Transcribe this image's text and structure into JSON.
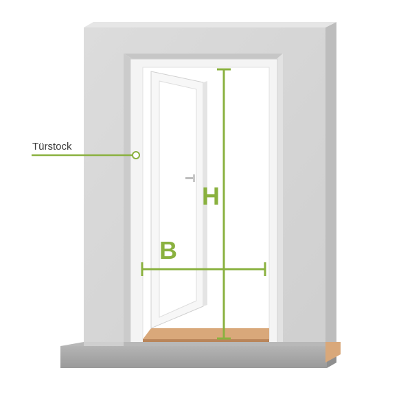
{
  "labels": {
    "frame_callout": "Türstock",
    "width_symbol": "B",
    "height_symbol": "H"
  },
  "colors": {
    "accent": "#8ab13f",
    "wall_front": "#d6d6d6",
    "wall_side": "#c2c2c2",
    "sill": "#a9a9a9",
    "frame": "#f4f4f4",
    "wood": "#d9a87a"
  }
}
